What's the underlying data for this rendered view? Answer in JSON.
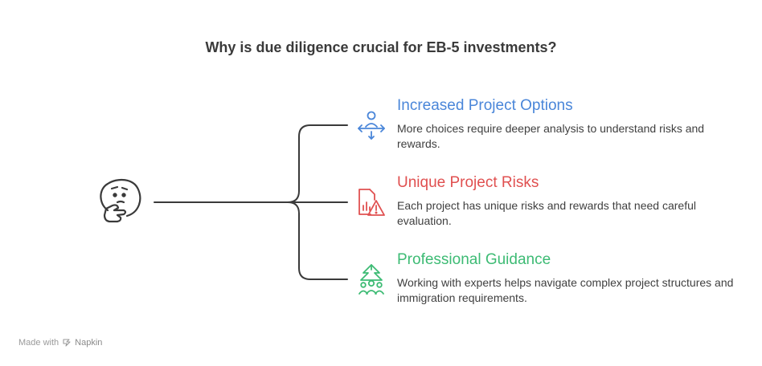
{
  "title": "Why is due diligence crucial for EB-5 investments?",
  "center_icon": "thinking-face-icon",
  "branches": [
    {
      "title": "Increased Project Options",
      "description": "More choices require deeper analysis to understand risks and rewards.",
      "icon": "options-arrows-icon",
      "color": "#4a86d9"
    },
    {
      "title": "Unique Project Risks",
      "description": "Each project has unique risks and rewards that need careful evaluation.",
      "icon": "risk-warning-icon",
      "color": "#e05050"
    },
    {
      "title": "Professional Guidance",
      "description": "Working with experts helps navigate complex project structures and immigration requirements.",
      "icon": "guidance-tree-icon",
      "color": "#3dbb74"
    }
  ],
  "footer": {
    "made_with": "Made with",
    "brand": "Napkin",
    "brand_icon": "napkin-logo-icon"
  }
}
